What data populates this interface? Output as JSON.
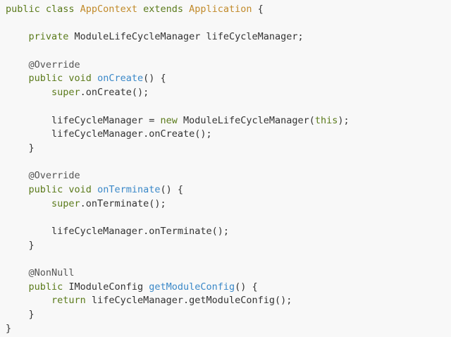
{
  "colors": {
    "background": "#f8f8f8",
    "plain": "#333333",
    "keyword": "#5a7a1a",
    "type": "#c18a2a",
    "method": "#3a88c8",
    "annotation": "#555555"
  },
  "code": {
    "language": "java",
    "lines": [
      {
        "tokens": [
          {
            "t": "public class ",
            "k": "keyword"
          },
          {
            "t": "AppContext ",
            "k": "type"
          },
          {
            "t": "extends ",
            "k": "keyword"
          },
          {
            "t": "Application",
            "k": "type"
          },
          {
            "t": " {",
            "k": "plain"
          }
        ]
      },
      {
        "tokens": []
      },
      {
        "tokens": [
          {
            "t": "    ",
            "k": "plain"
          },
          {
            "t": "private ",
            "k": "keyword"
          },
          {
            "t": "ModuleLifeCycleManager lifeCycleManager;",
            "k": "plain"
          }
        ]
      },
      {
        "tokens": []
      },
      {
        "tokens": [
          {
            "t": "    ",
            "k": "plain"
          },
          {
            "t": "@Override",
            "k": "annotation"
          }
        ]
      },
      {
        "tokens": [
          {
            "t": "    ",
            "k": "plain"
          },
          {
            "t": "public void ",
            "k": "keyword"
          },
          {
            "t": "onCreate",
            "k": "method"
          },
          {
            "t": "() {",
            "k": "plain"
          }
        ]
      },
      {
        "tokens": [
          {
            "t": "        ",
            "k": "plain"
          },
          {
            "t": "super",
            "k": "keyword"
          },
          {
            "t": ".onCreate();",
            "k": "plain"
          }
        ]
      },
      {
        "tokens": []
      },
      {
        "tokens": [
          {
            "t": "        lifeCycleManager = ",
            "k": "plain"
          },
          {
            "t": "new ",
            "k": "keyword"
          },
          {
            "t": "ModuleLifeCycleManager(",
            "k": "plain"
          },
          {
            "t": "this",
            "k": "keyword"
          },
          {
            "t": ");",
            "k": "plain"
          }
        ]
      },
      {
        "tokens": [
          {
            "t": "        lifeCycleManager.onCreate();",
            "k": "plain"
          }
        ]
      },
      {
        "tokens": [
          {
            "t": "    }",
            "k": "plain"
          }
        ]
      },
      {
        "tokens": []
      },
      {
        "tokens": [
          {
            "t": "    ",
            "k": "plain"
          },
          {
            "t": "@Override",
            "k": "annotation"
          }
        ]
      },
      {
        "tokens": [
          {
            "t": "    ",
            "k": "plain"
          },
          {
            "t": "public void ",
            "k": "keyword"
          },
          {
            "t": "onTerminate",
            "k": "method"
          },
          {
            "t": "() {",
            "k": "plain"
          }
        ]
      },
      {
        "tokens": [
          {
            "t": "        ",
            "k": "plain"
          },
          {
            "t": "super",
            "k": "keyword"
          },
          {
            "t": ".onTerminate();",
            "k": "plain"
          }
        ]
      },
      {
        "tokens": []
      },
      {
        "tokens": [
          {
            "t": "        lifeCycleManager.onTerminate();",
            "k": "plain"
          }
        ]
      },
      {
        "tokens": [
          {
            "t": "    }",
            "k": "plain"
          }
        ]
      },
      {
        "tokens": []
      },
      {
        "tokens": [
          {
            "t": "    ",
            "k": "plain"
          },
          {
            "t": "@NonNull",
            "k": "annotation"
          }
        ]
      },
      {
        "tokens": [
          {
            "t": "    ",
            "k": "plain"
          },
          {
            "t": "public ",
            "k": "keyword"
          },
          {
            "t": "IModuleConfig ",
            "k": "plain"
          },
          {
            "t": "getModuleConfig",
            "k": "method"
          },
          {
            "t": "() {",
            "k": "plain"
          }
        ]
      },
      {
        "tokens": [
          {
            "t": "        ",
            "k": "plain"
          },
          {
            "t": "return ",
            "k": "keyword"
          },
          {
            "t": "lifeCycleManager.getModuleConfig();",
            "k": "plain"
          }
        ]
      },
      {
        "tokens": [
          {
            "t": "    }",
            "k": "plain"
          }
        ]
      },
      {
        "tokens": [
          {
            "t": "}",
            "k": "plain"
          }
        ]
      }
    ]
  }
}
